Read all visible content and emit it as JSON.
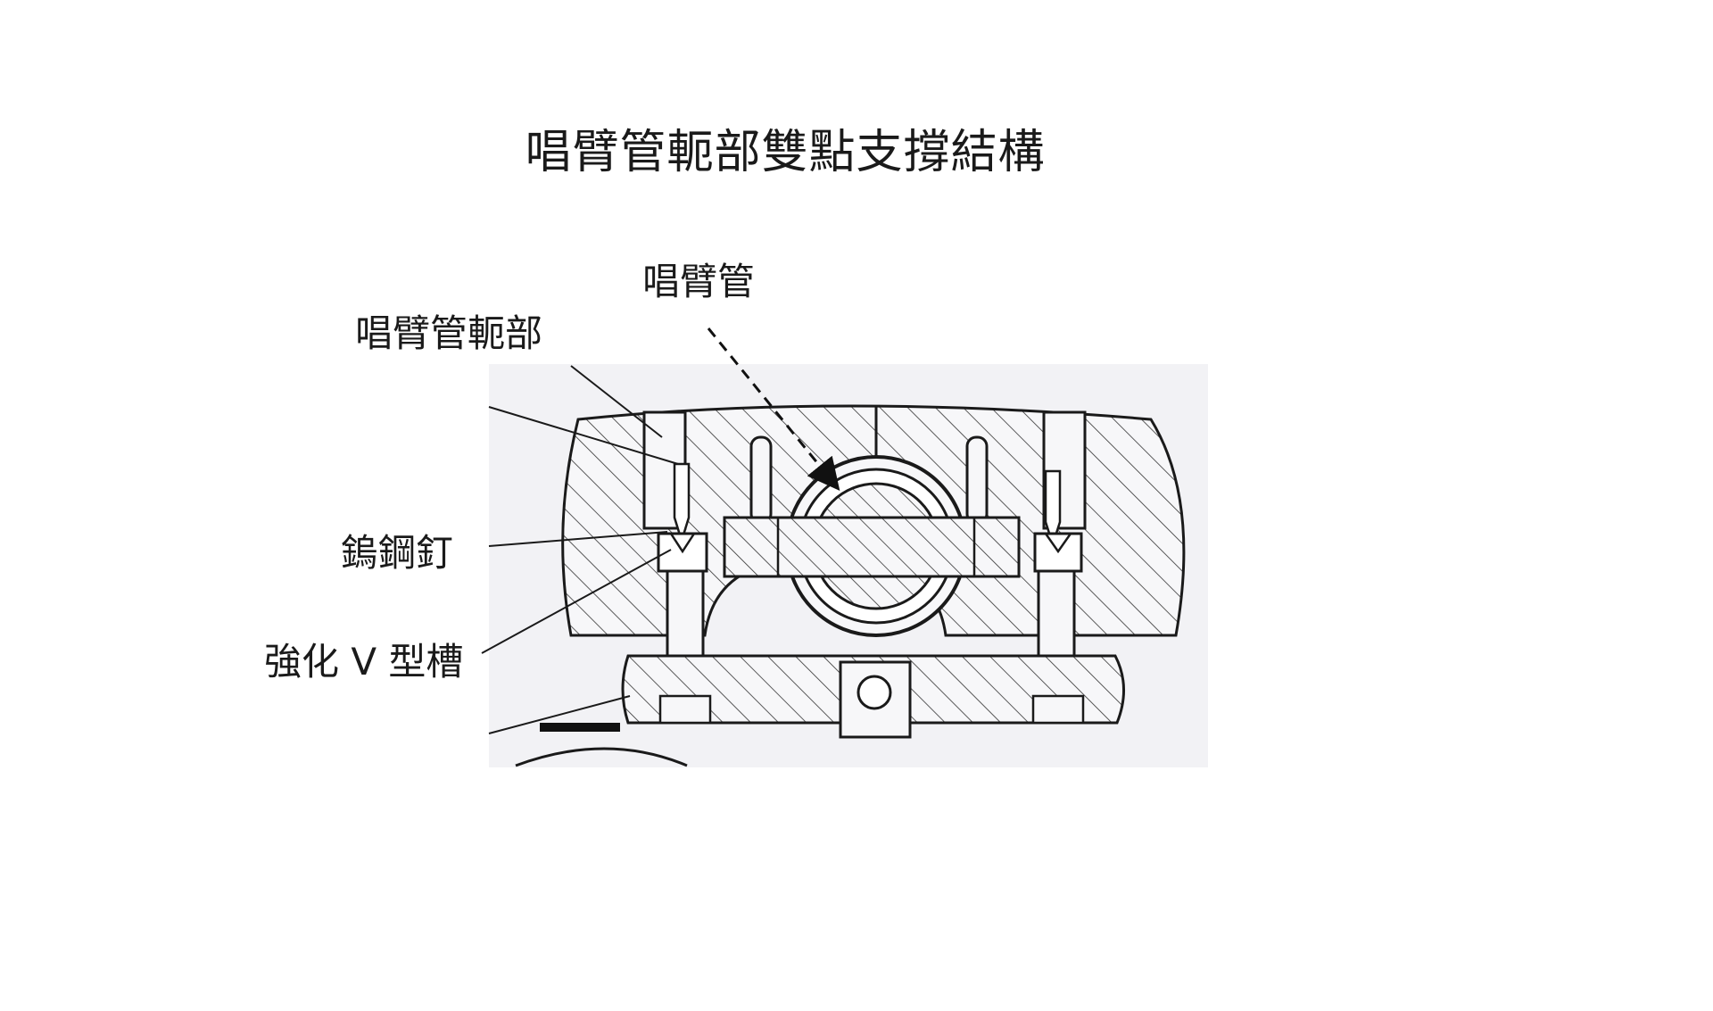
{
  "title": "唱臂管軛部雙點支撐結構",
  "labels": {
    "arm_tube": "唱臂管",
    "arm_yoke": "唱臂管軛部",
    "tungsten_pin": "鎢鋼釘",
    "v_groove": "強化 V 型槽"
  },
  "colors": {
    "ink": "#1a1a1a",
    "panel": "#f2f2f5",
    "hatch": "#333333"
  }
}
